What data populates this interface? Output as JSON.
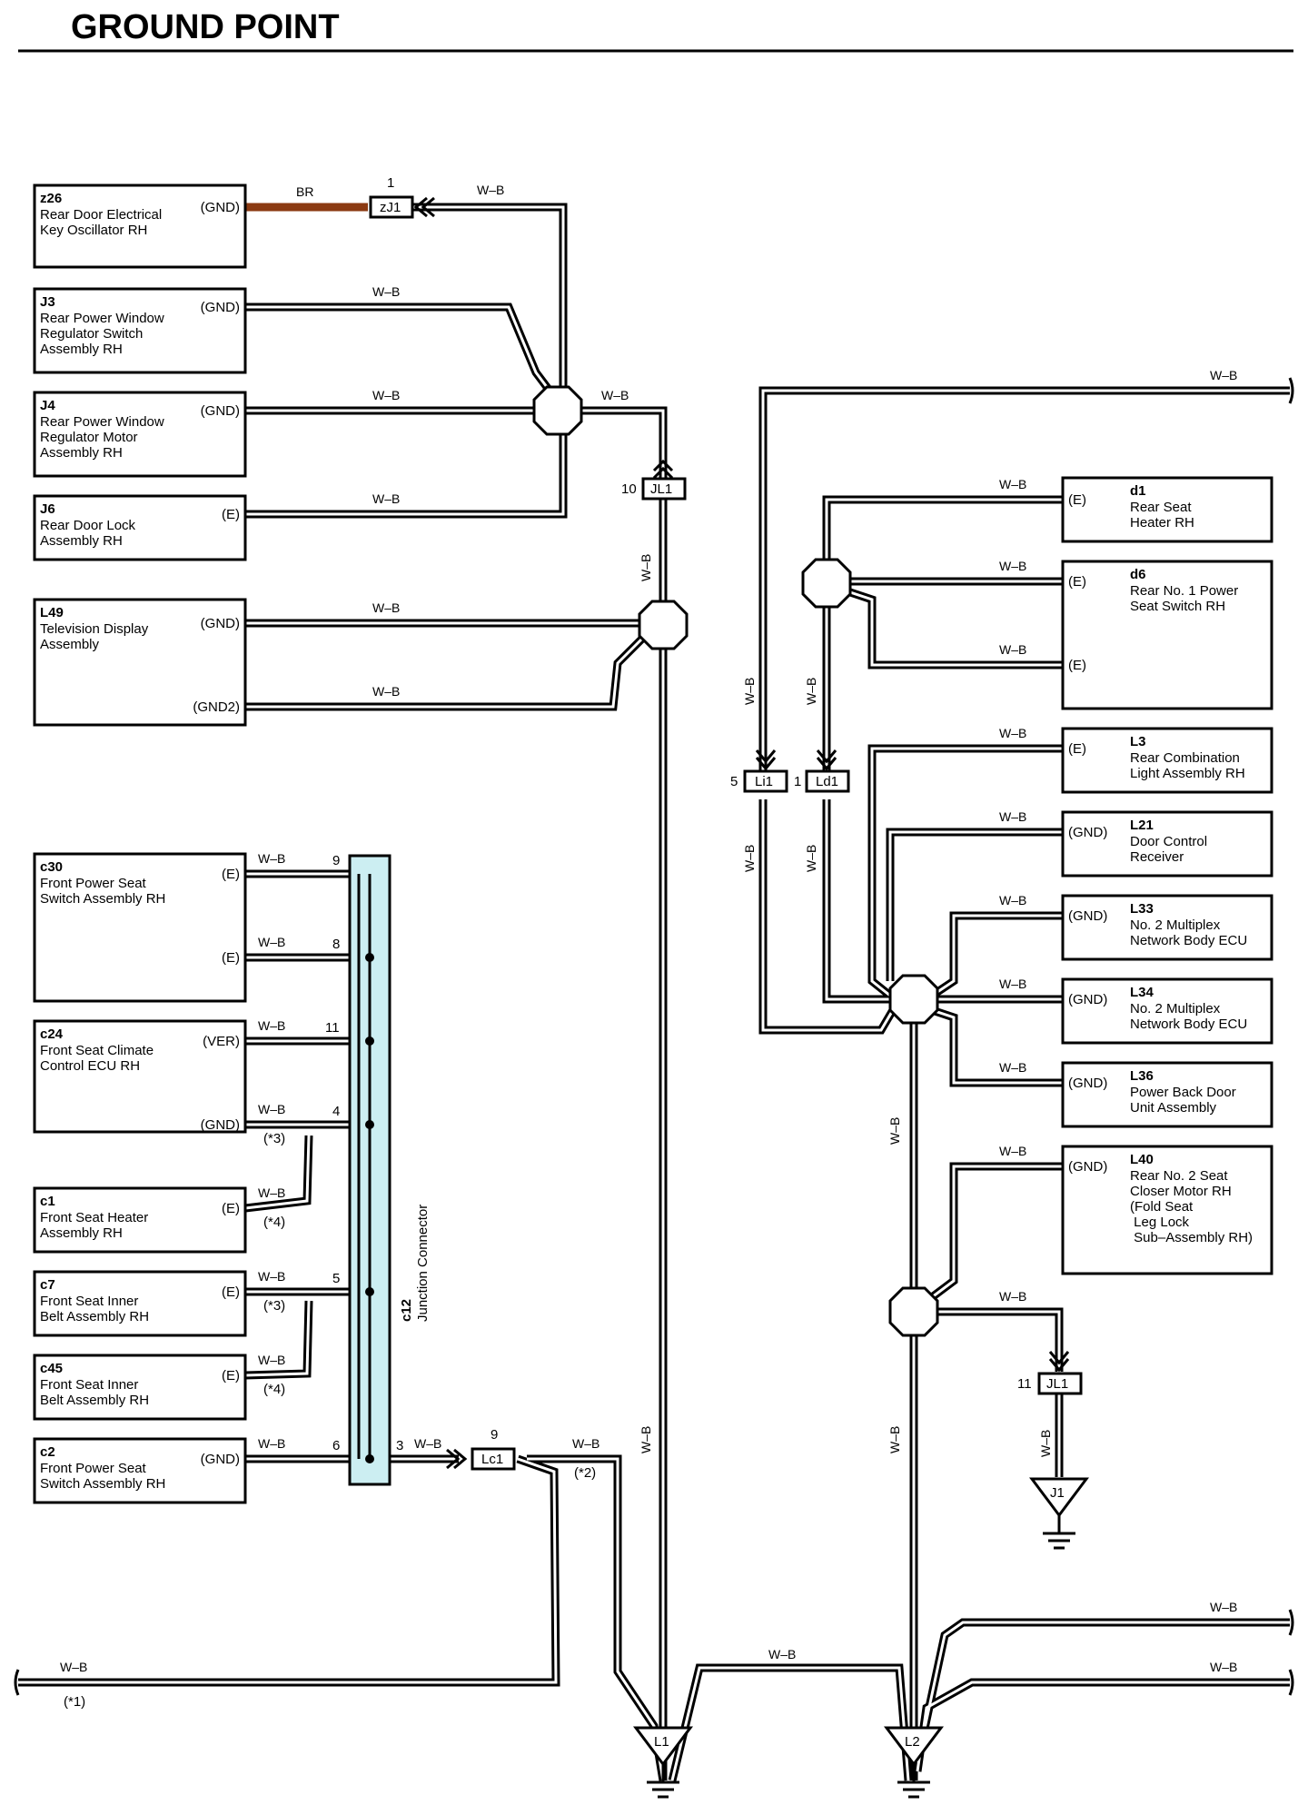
{
  "title": "GROUND POINT",
  "colors": {
    "wire": "#000000",
    "br_wire": "#8B3A12",
    "junction_fill": "#CCEEF2"
  },
  "wire_color_label": "W–B",
  "br_label": "BR",
  "left_components": [
    {
      "code": "z26",
      "lines": [
        "Rear Door Electrical",
        "Key Oscillator RH"
      ],
      "pin": "(GND)"
    },
    {
      "code": "J3",
      "lines": [
        "Rear Power Window",
        "Regulator Switch",
        "Assembly RH"
      ],
      "pin": "(GND)"
    },
    {
      "code": "J4",
      "lines": [
        "Rear Power Window",
        "Regulator Motor",
        "Assembly RH"
      ],
      "pin": "(GND)"
    },
    {
      "code": "J6",
      "lines": [
        "Rear Door Lock",
        "Assembly RH"
      ],
      "pin": "(E)"
    },
    {
      "code": "L49",
      "lines": [
        "Television Display",
        "Assembly"
      ],
      "pin": "(GND)",
      "pin2": "(GND2)"
    },
    {
      "code": "c30",
      "lines": [
        "Front Power Seat",
        "Switch Assembly RH"
      ],
      "pin": "(E)",
      "pin2": "(E)"
    },
    {
      "code": "c24",
      "lines": [
        "Front Seat Climate",
        "Control ECU RH"
      ],
      "pin": "(VER)",
      "pin2": "(GND)"
    },
    {
      "code": "c1",
      "lines": [
        "Front Seat Heater",
        "Assembly RH"
      ],
      "pin": "(E)"
    },
    {
      "code": "c7",
      "lines": [
        "Front Seat Inner",
        "Belt Assembly RH"
      ],
      "pin": "(E)"
    },
    {
      "code": "c45",
      "lines": [
        "Front Seat Inner",
        "Belt Assembly RH"
      ],
      "pin": "(E)"
    },
    {
      "code": "c2",
      "lines": [
        "Front Power Seat",
        "Switch Assembly RH"
      ],
      "pin": "(GND)"
    }
  ],
  "right_components": [
    {
      "code": "d1",
      "lines": [
        "Rear Seat",
        "Heater RH"
      ],
      "pin": "(E)"
    },
    {
      "code": "d6",
      "lines": [
        "Rear No. 1 Power",
        "Seat Switch RH"
      ],
      "pin": "(E)",
      "pin2": "(E)"
    },
    {
      "code": "L3",
      "lines": [
        "Rear Combination",
        "Light Assembly RH"
      ],
      "pin": "(E)"
    },
    {
      "code": "L21",
      "lines": [
        "Door Control",
        "Receiver"
      ],
      "pin": "(GND)"
    },
    {
      "code": "L33",
      "lines": [
        "No. 2 Multiplex",
        "Network Body ECU"
      ],
      "pin": "(GND)"
    },
    {
      "code": "L34",
      "lines": [
        "No. 2 Multiplex",
        "Network Body ECU"
      ],
      "pin": "(GND)"
    },
    {
      "code": "L36",
      "lines": [
        "Power Back Door",
        "Unit Assembly"
      ],
      "pin": "(GND)"
    },
    {
      "code": "L40",
      "lines": [
        "Rear No. 2 Seat",
        "Closer Motor RH",
        "(Fold Seat",
        " Leg Lock",
        " Sub–Assembly RH)"
      ],
      "pin": "(GND)"
    }
  ],
  "connectors": {
    "zJ1": "zJ1",
    "JL1": "JL1",
    "Li1": "Li1",
    "Ld1": "Ld1",
    "Lc1": "Lc1"
  },
  "connector_pins": {
    "zJ1": "1",
    "JL1_top": "10",
    "Li1": "5",
    "Ld1": "1",
    "Lc1": "9",
    "JL1_bottom": "11"
  },
  "junction": {
    "code": "c12",
    "name": "Junction Connector",
    "pins": [
      "9",
      "8",
      "11",
      "4",
      "5",
      "6",
      "3"
    ]
  },
  "notes": [
    "(*3)",
    "(*4)",
    "(*3)",
    "(*4)",
    "(*2)",
    "(*1)"
  ],
  "grounds": [
    "L1",
    "L2",
    "J1"
  ]
}
